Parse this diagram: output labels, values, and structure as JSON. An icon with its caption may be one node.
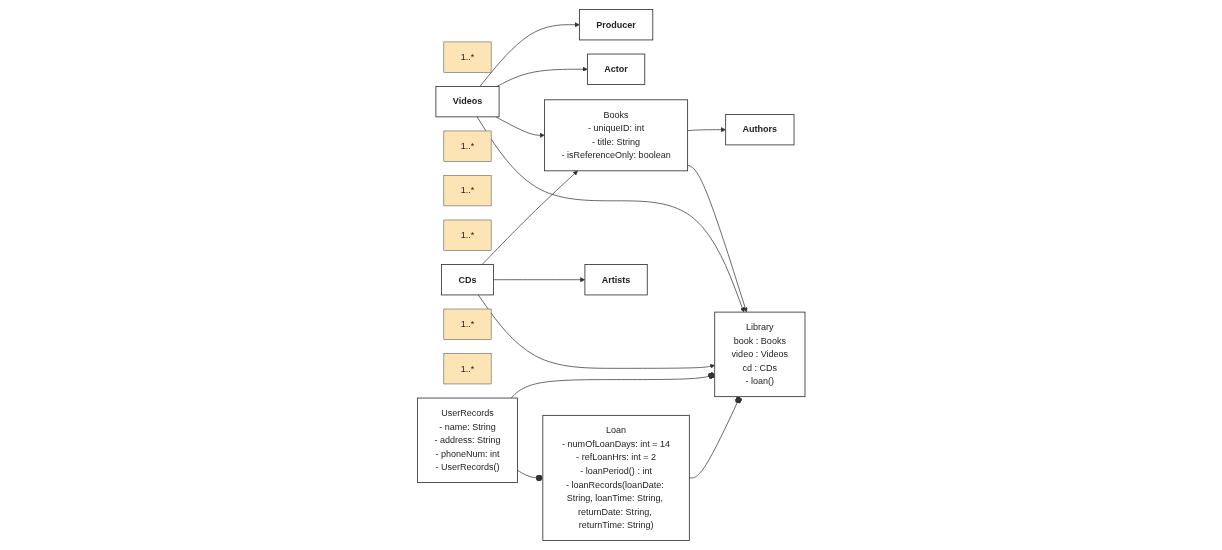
{
  "diagram": {
    "nodes": [
      {
        "text": [
          "Producer"
        ]
      },
      {
        "text": [
          "1..*"
        ]
      },
      {
        "text": [
          "Loan",
          "- numOfLoanDays: int = 14",
          "- refLoanHrs: int = 2",
          "- loanPeriod() : int",
          "- loanRecords(loanDate: String, loanTime: String, returnDate: String, returnTime: String)"
        ]
      },
      {
        "text": [
          "Videos"
        ]
      },
      {
        "text": [
          "1..*"
        ]
      },
      {
        "text": [
          "Actor"
        ]
      },
      {
        "text": [
          "1..*"
        ]
      },
      {
        "text": [
          "Books",
          "- uniqueID: int",
          "- title: String",
          "- isReferenceOnly: boolean"
        ]
      },
      {
        "text": [
          "1..*"
        ]
      },
      {
        "text": [
          "Library",
          "book : Books",
          "video : Videos",
          "cd : CDs",
          "- loan()"
        ]
      },
      {
        "text": [
          "Authors"
        ]
      },
      {
        "text": [
          "UserRecords",
          "- name: String",
          "- address: String",
          "- phoneNum: int",
          "- UserRecords()"
        ]
      },
      {
        "text": [
          "1..*"
        ]
      },
      {
        "text": [
          "1..*"
        ]
      },
      {
        "text": [
          "Artists"
        ]
      },
      {
        "text": [
          "CDs"
        ]
      }
    ],
    "edges": [
      {
        "from": 3,
        "to": 0,
        "arrow": "to"
      },
      {
        "from": 3,
        "to": 5,
        "arrow": "to"
      },
      {
        "from": 3,
        "to": 7,
        "arrow": "to"
      },
      {
        "from": 3,
        "to": 9,
        "arrow": "to"
      },
      {
        "from": 7,
        "to": 10,
        "arrow": "to"
      },
      {
        "from": 7,
        "to": 9,
        "arrow": "to"
      },
      {
        "from": 2,
        "to": 9,
        "arrow": "other"
      },
      {
        "from": 11,
        "to": 9,
        "arrow": "other"
      },
      {
        "from": 11,
        "to": 2,
        "arrow": "other"
      },
      {
        "from": 15,
        "to": 7,
        "arrow": "to"
      },
      {
        "from": 15,
        "to": 14,
        "arrow": "to"
      },
      {
        "from": 15,
        "to": 9,
        "arrow": "to"
      }
    ]
  }
}
